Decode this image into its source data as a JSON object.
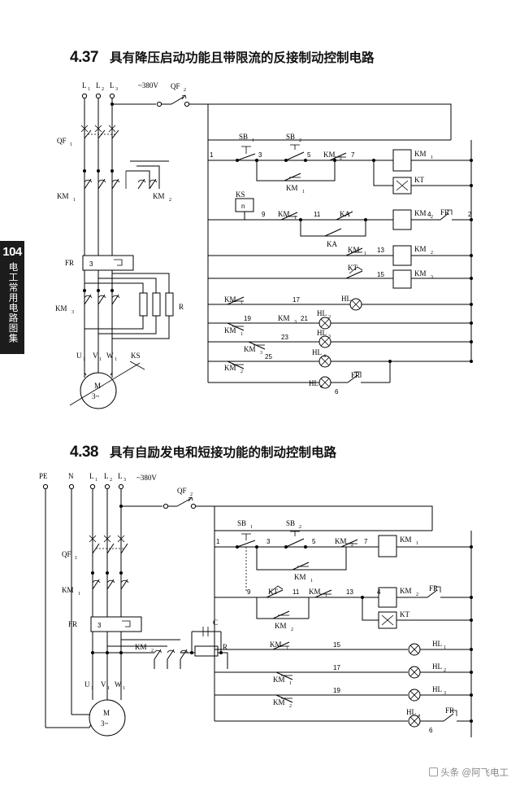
{
  "page": {
    "number": "104",
    "side_tab_text": "电工常用电路图集",
    "watermark": "头条 @阿飞电工",
    "background": "#ffffff",
    "ink": "#000000"
  },
  "sections": [
    {
      "id": "4.37",
      "number": "4.37",
      "title": "具有降压启动功能且带限流的反接制动控制电路",
      "supply_label": "~380V",
      "phase_labels": [
        "L",
        "L",
        "L"
      ],
      "phase_subs": [
        "1",
        "2",
        "3"
      ],
      "motor_terminals": [
        "U",
        "V",
        "W"
      ],
      "motor_terminal_subs": [
        "1",
        "1",
        "1"
      ],
      "motor_label_top": "M",
      "motor_label_bottom": "3~",
      "components": [
        "QF2",
        "QF1",
        "KM1",
        "KM2",
        "KM3",
        "FR",
        "KS",
        "KT",
        "KA",
        "SB1",
        "SB2",
        "HL1",
        "HL2",
        "HL3",
        "HL4",
        "R"
      ],
      "fr_box_label": "3",
      "ks_box_label": "n",
      "resistor_label": "R",
      "rung_numbers": [
        "1",
        "3",
        "5",
        "7",
        "9",
        "11",
        "13",
        "15",
        "17",
        "19",
        "21",
        "23",
        "25",
        "2",
        "4",
        "6"
      ],
      "lamps": [
        "HL1",
        "HL2",
        "HL3",
        "HL4"
      ]
    },
    {
      "id": "4.38",
      "number": "4.38",
      "title": "具有自励发电和短接功能的制动控制电路",
      "supply_label": "~380V",
      "phase_labels": [
        "PE",
        "N",
        "L",
        "L",
        "L"
      ],
      "phase_subs": [
        "",
        "",
        "1",
        "2",
        "3"
      ],
      "motor_terminals": [
        "U",
        "V",
        "W"
      ],
      "motor_terminal_subs": [
        "1",
        "1",
        "1"
      ],
      "motor_label_top": "M",
      "motor_label_bottom": "3~",
      "components": [
        "QF2",
        "QF1",
        "KM1",
        "KM2",
        "FR",
        "KT",
        "C",
        "R",
        "SB1",
        "SB2",
        "HL1",
        "HL2",
        "HL3",
        "HL4"
      ],
      "fr_box_label": "3",
      "capacitor_label": "C",
      "resistor_label": "R",
      "rung_numbers": [
        "1",
        "3",
        "5",
        "7",
        "9",
        "11",
        "13",
        "15",
        "17",
        "19",
        "4",
        "6"
      ],
      "lamps": [
        "HL1",
        "HL2",
        "HL3",
        "HL4"
      ]
    }
  ]
}
